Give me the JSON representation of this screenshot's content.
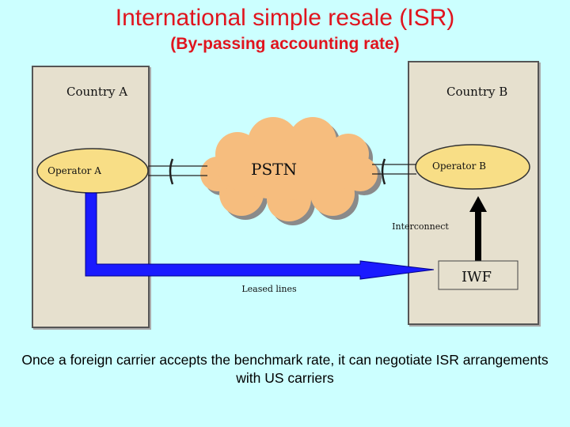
{
  "header": {
    "title": "International simple resale (ISR)",
    "subtitle": "(By-passing accounting rate)"
  },
  "diagram": {
    "country_a": "Country A",
    "country_b": "Country B",
    "operator_a": "Operator A",
    "operator_b": "Operator B",
    "pstn": "PSTN",
    "interconnect": "Interconnect",
    "iwf": "IWF",
    "leased_lines": "Leased lines"
  },
  "colors": {
    "background": "#ccffff",
    "title": "#e0141e",
    "country_box": "#e6e0ce",
    "operator_fill": "#f8de86",
    "cloud_fill": "#f6bd7e",
    "leased_line": "#1a1aff"
  },
  "footer": {
    "caption": "Once a foreign carrier accepts the benchmark rate, it can negotiate ISR arrangements with US carriers"
  }
}
